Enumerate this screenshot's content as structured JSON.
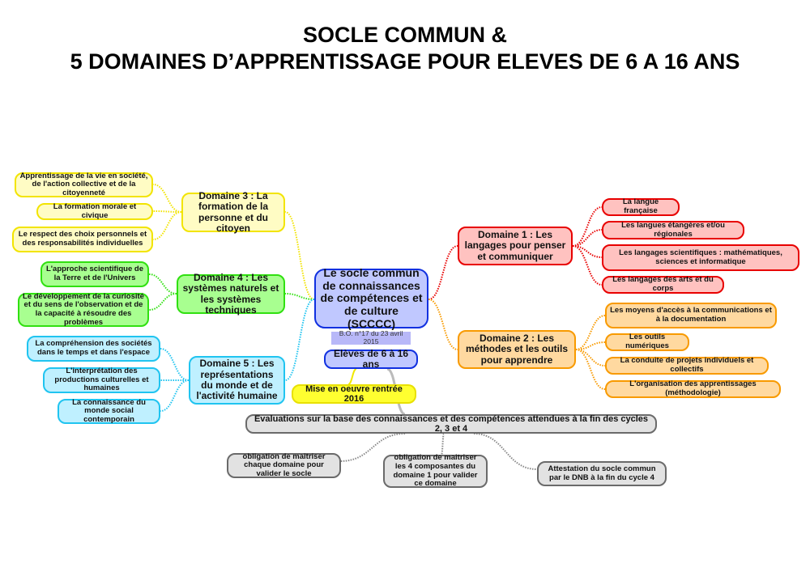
{
  "title": {
    "line1": "SOCLE COMMUN &",
    "line2": "5 DOMAINES D’APPRENTISSAGE POUR ELEVES DE 6 A 16 ANS"
  },
  "center": {
    "label": "Le socle commun de connaissances de compétences et de culture (SCCCC)",
    "bo": "B.O. n°17 du 23 avril 2015",
    "eleves": "Elèves de 6 à 16 ans",
    "mise": "Mise en oeuvre rentrée 2016"
  },
  "evaluations": {
    "label": "Evaluations  sur la base des connaissances et des compétences attendues à la fin des cycles 2, 3 et 4",
    "children": [
      "obligation de maitriser chaque domaine pour valider le socle",
      "obligation de maitriser les 4 composantes du domaine 1 pour valider ce domaine",
      "Attestation du socle commun par le DNB à la fin du cycle 4"
    ]
  },
  "domaines": [
    {
      "label": "Domaine 1 : Les langages pour penser et communiquer",
      "color": "#e80000",
      "children": [
        "La langue française",
        "Les langues étangères et/ou régionales",
        "Les langages scientifiques : mathématiques, sciences et informatique",
        "Les langages des arts et du corps"
      ]
    },
    {
      "label": "Domaine 2 : Les méthodes et les outils pour apprendre",
      "color": "#f89a00",
      "children": [
        "Les moyens d'accès à la communications et à la documentation",
        "Les outils numériques",
        "La conduite de projets individuels et collectifs",
        "L'organisation des apprentissages (méthodologie)"
      ]
    },
    {
      "label": "Domaine 3 : La formation de la personne et du citoyen",
      "color": "#f2e400",
      "children": [
        "Apprentissage de la vie en société, de l'action collective et de la citoyenneté",
        "La formation morale et civique",
        "Le respect des choix personnels et des responsabilités individuelles"
      ]
    },
    {
      "label": "Domaine 4 : Les systèmes naturels et les systèmes techniques",
      "color": "#30e010",
      "children": [
        "L'approche scientifique de la Terre et de l'Univers",
        "Le développement de la curiosité et du sens de l'observation et de la capacité à résoudre des problèmes"
      ]
    },
    {
      "label": "Domaine 5 : Les représentations du monde et de l'activité humaine",
      "color": "#20c4f0",
      "children": [
        "La compréhension des sociétés dans le temps et dans l'espace",
        "L'interprétation des productions culturelles et humaines",
        "La connaissance du monde social contemporain"
      ]
    }
  ]
}
